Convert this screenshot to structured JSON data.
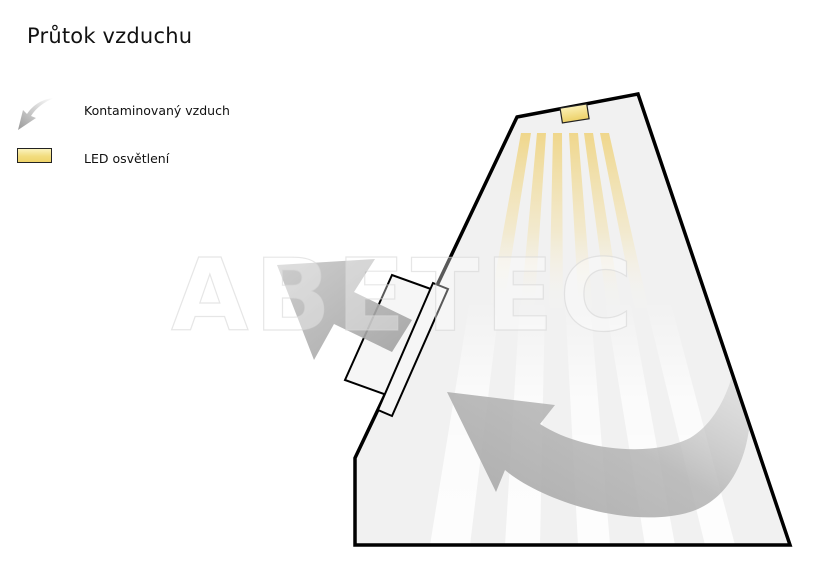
{
  "title": "Průtok vzduchu",
  "legend": {
    "items": [
      {
        "label": "Kontaminovaný vzduch",
        "icon": "curved-arrow-icon",
        "color": "#b8b8b8"
      },
      {
        "label": "LED osvětlení",
        "icon": "led-strip-icon",
        "color": "#f2dd7f"
      }
    ]
  },
  "watermark": {
    "text": "ABETEC"
  },
  "colors": {
    "cabinet_fill": "#f1f1f1",
    "cabinet_stroke": "#000000",
    "air_arrow": "#b0b0b0",
    "led_light": "#f0d98a"
  }
}
